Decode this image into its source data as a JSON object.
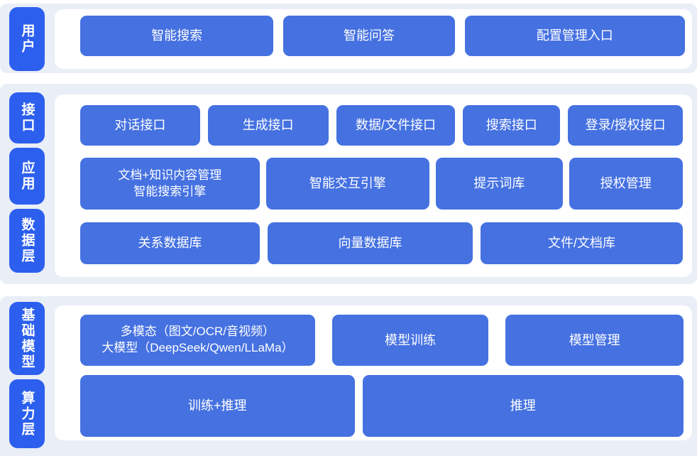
{
  "palette": {
    "page_bg": "#ffffff",
    "band_bg": "#e9eef7",
    "tab_bg": "#2c5fee",
    "box_bg": "#4571e1",
    "text": "#ffffff"
  },
  "sections": [
    {
      "name": "user-layer",
      "tabs": [
        {
          "label": "用户"
        }
      ],
      "rows": [
        {
          "boxes": [
            {
              "label": "智能搜索"
            },
            {
              "label": "智能问答"
            },
            {
              "label": "配置管理入口"
            }
          ]
        }
      ]
    },
    {
      "name": "interface-application-data-layer",
      "tabs": [
        {
          "label": "接口"
        },
        {
          "label": "应用"
        },
        {
          "label": "数据层"
        }
      ],
      "rows": [
        {
          "boxes": [
            {
              "label": "对话接口"
            },
            {
              "label": "生成接口"
            },
            {
              "label": "数据/文件接口"
            },
            {
              "label": "搜索接口"
            },
            {
              "label": "登录/授权接口"
            }
          ]
        },
        {
          "boxes": [
            {
              "label": "文档+知识内容管理\n智能搜索引擎"
            },
            {
              "label": "智能交互引擎"
            },
            {
              "label": "提示词库"
            },
            {
              "label": "授权管理"
            }
          ]
        },
        {
          "boxes": [
            {
              "label": "关系数据库"
            },
            {
              "label": "向量数据库"
            },
            {
              "label": "文件/文档库"
            }
          ]
        }
      ]
    },
    {
      "name": "foundation-model-compute-layer",
      "tabs": [
        {
          "label": "基础模型"
        },
        {
          "label": "算力层"
        }
      ],
      "rows": [
        {
          "boxes": [
            {
              "label": "多模态（图文/OCR/音视频）\n大模型（DeepSeek/Qwen/LLaMa）"
            },
            {
              "label": "模型训练"
            },
            {
              "label": "模型管理"
            }
          ]
        },
        {
          "boxes": [
            {
              "label": "训练+推理"
            },
            {
              "label": "推理"
            }
          ]
        }
      ]
    }
  ]
}
